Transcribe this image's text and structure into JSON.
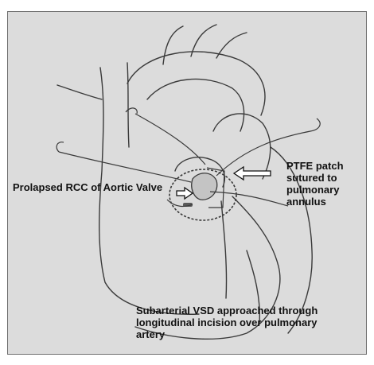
{
  "figure": {
    "labels": {
      "prolapsed_rcc": "Prolapsed RCC of Aortic Valve",
      "ptfe_patch": [
        "PTFE patch",
        "sutured to",
        "pulmonary",
        "annulus"
      ],
      "subarterial_vsd": [
        "Subarterial VSD approached through",
        "longitudinal incision over pulmonary",
        "artery"
      ]
    },
    "colors": {
      "paper": "#dcdcdc",
      "pencil": "#3a3a3a",
      "text": "#111111",
      "border": "#6f6f6f"
    }
  }
}
